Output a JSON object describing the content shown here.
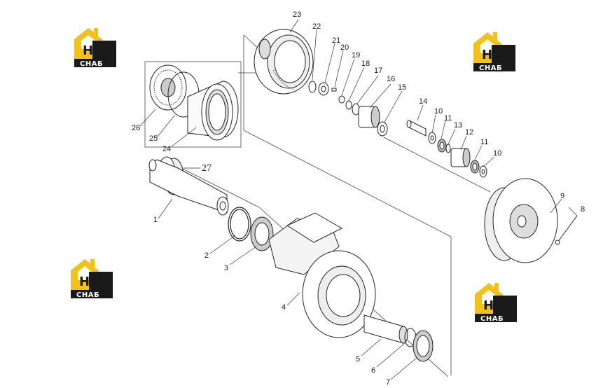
{
  "logos": [
    {
      "mark": "HB",
      "caption": "СНАБ"
    },
    {
      "mark": "HB",
      "caption": "СНАБ"
    },
    {
      "mark": "HB",
      "caption": "СНАБ"
    },
    {
      "mark": "HB",
      "caption": "СНАБ"
    }
  ],
  "colors": {
    "logo_yellow": "#f2c218",
    "logo_black": "#1a1a1a",
    "line": "#333333"
  },
  "labels": {
    "p1": "1",
    "p2": "2",
    "p3": "3",
    "p4": "4",
    "p5": "5",
    "p6": "6",
    "p7": "7",
    "p8": "8",
    "p9": "9",
    "p10a": "10",
    "p10b": "10",
    "p11a": "11",
    "p11b": "11",
    "p12": "12",
    "p13": "13",
    "p14": "14",
    "p15": "15",
    "p16": "16",
    "p17": "17",
    "p18": "18",
    "p19": "19",
    "p20": "20",
    "p21": "21",
    "p22": "22",
    "p23": "23",
    "p24": "24",
    "p25": "25",
    "p26": "26",
    "p27": "27"
  }
}
